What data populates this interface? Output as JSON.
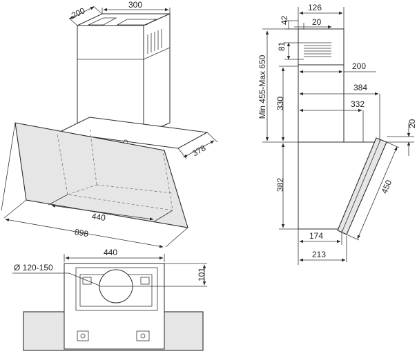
{
  "perspective_view": {
    "dim_chimney_depth": "200",
    "dim_chimney_width": "300",
    "dim_depth": "378",
    "dim_inner_width": "440",
    "dim_total_width": "898"
  },
  "side_view": {
    "dim_top_width": "126",
    "dim_top_offset": "42",
    "dim_top_inner": "20",
    "dim_vent_height": "81",
    "dim_height_range": "Min 455-Max 650",
    "dim_depth_200": "200",
    "dim_upper_height": "330",
    "dim_depth_384": "384",
    "dim_depth_332": "332",
    "dim_glass_thickness": "20",
    "dim_lower_height": "382",
    "dim_glass_length": "450",
    "dim_base_174": "174",
    "dim_base_213": "213"
  },
  "bottom_view": {
    "dim_width": "440",
    "dim_duct_diameter": "Ø 120-150",
    "dim_duct_offset": "101"
  },
  "colors": {
    "line": "#2a2a2a",
    "panel_fill": "#cfcfcf",
    "dark_fill": "#9a9a9a",
    "glass_fill": "#e6e6e6"
  }
}
